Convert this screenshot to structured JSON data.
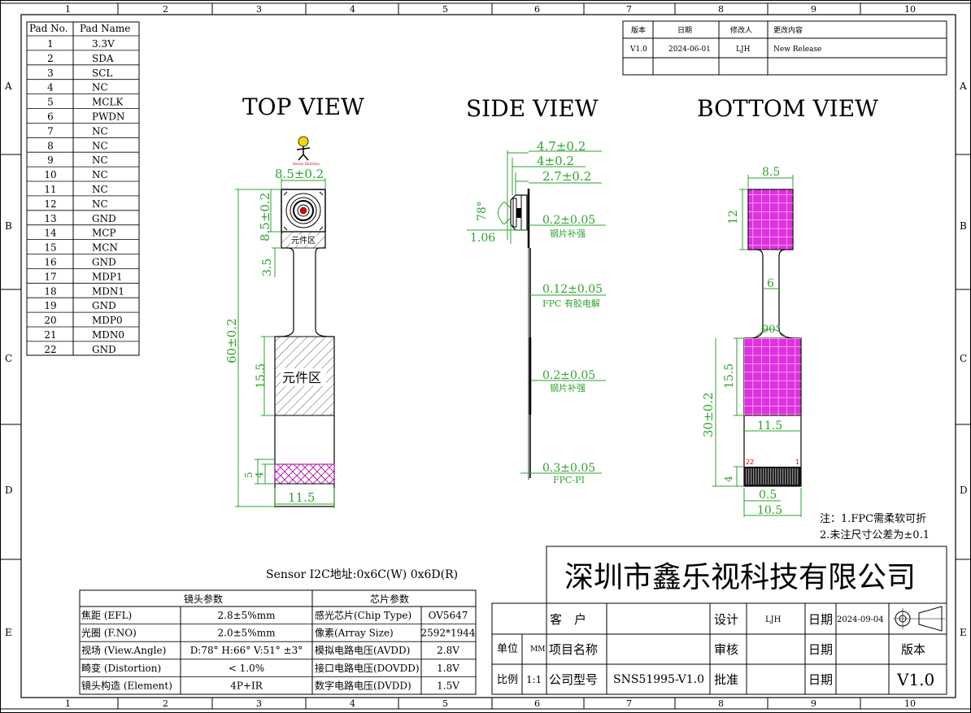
{
  "frame": {
    "cols": [
      "1",
      "2",
      "3",
      "4",
      "5",
      "6",
      "7",
      "8",
      "9",
      "10"
    ],
    "rows": [
      "A",
      "B",
      "C",
      "D",
      "E"
    ]
  },
  "pin_table": {
    "headers": [
      "Pad No.",
      "Pad Name"
    ],
    "rows": [
      [
        "1",
        "3.3V"
      ],
      [
        "2",
        "SDA"
      ],
      [
        "3",
        "SCL"
      ],
      [
        "4",
        "NC"
      ],
      [
        "5",
        "MCLK"
      ],
      [
        "6",
        "PWDN"
      ],
      [
        "7",
        "NC"
      ],
      [
        "8",
        "NC"
      ],
      [
        "9",
        "NC"
      ],
      [
        "10",
        "NC"
      ],
      [
        "11",
        "NC"
      ],
      [
        "12",
        "NC"
      ],
      [
        "13",
        "GND"
      ],
      [
        "14",
        "MCP"
      ],
      [
        "15",
        "MCN"
      ],
      [
        "16",
        "GND"
      ],
      [
        "17",
        "MDP1"
      ],
      [
        "18",
        "MDN1"
      ],
      [
        "19",
        "GND"
      ],
      [
        "20",
        "MDP0"
      ],
      [
        "21",
        "MDN0"
      ],
      [
        "22",
        "GND"
      ]
    ]
  },
  "revision": {
    "headers": [
      "版本",
      "日期",
      "修改人",
      "更改内容"
    ],
    "row": [
      "V1.0",
      "2024-06-01",
      "LJH",
      "New Release"
    ]
  },
  "views": {
    "top": "TOP VIEW",
    "side": "SIDE VIEW",
    "bottom": "BOTTOM VIEW"
  },
  "top_dims": {
    "width": "8.5±0.2",
    "lens_h": "8.5±0.2",
    "neck": "3.5",
    "total": "60±0.2",
    "comp_h": "15.5",
    "comp_label": "元件区",
    "comp_label_small": "元件区",
    "pad5": "5",
    "pad4": "4",
    "bottom_w": "11.5",
    "logo_text": "Sensor Direction"
  },
  "side_dims": {
    "d1": "4.7±0.2",
    "d2": "4±0.2",
    "d3": "2.7±0.2",
    "angle": "78°",
    "d4": "1.06",
    "s1": "0.2±0.05",
    "s1_note": "钢片补强",
    "s2": "0.12±0.05",
    "s2_note": "FPC 有胶电解",
    "s3": "0.2±0.05",
    "s3_note": "钢片补强",
    "s4": "0.3±0.05",
    "s4_note": "FPC-PI"
  },
  "bottom_dims": {
    "w": "8.5",
    "h": "12",
    "neck": "6",
    "angle": "90°",
    "comp_h": "15.5",
    "total": "30±0.2",
    "comp_w": "11.5",
    "pin_first": "22",
    "pin_last": "1",
    "pad_h": "4",
    "pitch": "0.5",
    "finger_w": "10.5"
  },
  "notes": {
    "n1": "注：1.FPC需柔软可折",
    "n2": "2.未注尺寸公差为±0.1"
  },
  "i2c": "Sensor I2C地址:0x6C(W) 0x6D(R)",
  "params": {
    "lens_header": "镜头参数",
    "chip_header": "芯片参数",
    "lens": [
      [
        "焦距 (EFL)",
        "2.8±5%mm"
      ],
      [
        "光圈 (F.NO)",
        "2.0±5%mm"
      ],
      [
        "视场 (View.Angle)",
        "D:78° H:66° V:51° ±3°"
      ],
      [
        "畸变 (Distortion)",
        "< 1.0%"
      ],
      [
        "镜头构造 (Element)",
        "4P+IR"
      ]
    ],
    "chip": [
      [
        "感光芯片(Chip Type)",
        "OV5647"
      ],
      [
        "像素(Array Size)",
        "2592*1944"
      ],
      [
        "模拟电路电压(AVDD)",
        "2.8V"
      ],
      [
        "接口电路电压(DOVDD)",
        "1.8V"
      ],
      [
        "数字电路电压(DVDD)",
        "1.5V"
      ]
    ]
  },
  "title_block": {
    "company": "深圳市鑫乐视科技有限公司",
    "customer_label": "客　户",
    "design_label": "设计",
    "design_value": "LJH",
    "date_label": "日期",
    "date_value": "2024-09-04",
    "unit_label": "单位",
    "unit_value": "MM",
    "project_label": "项目名称",
    "check_label": "审核",
    "date2_label": "日期",
    "version_label": "版本",
    "scale_label": "比例",
    "scale_value": "1:1",
    "model_label": "公司型号",
    "model_value": "SNS51995-V1.0",
    "approve_label": "批准",
    "date3_label": "日期",
    "version_value": "V1.0"
  }
}
